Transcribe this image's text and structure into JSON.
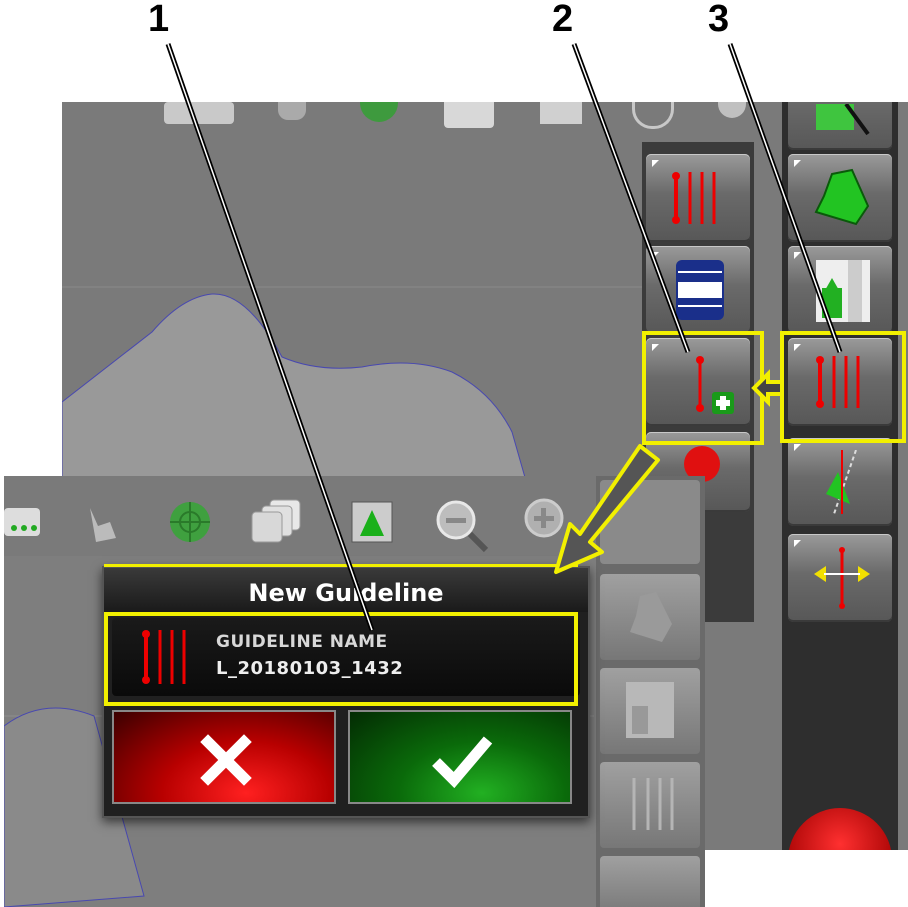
{
  "callouts": [
    "1",
    "2",
    "3"
  ],
  "dialog": {
    "title": "New Guideline",
    "name_label": "GUIDELINE NAME",
    "name_value": "L_20180103_1432"
  },
  "colors": {
    "highlight": "#f2f000",
    "cancel": "#cc0000",
    "ok": "#0a7a0a",
    "guide_red": "#e00000"
  },
  "icons": {
    "toolbar": [
      "implement-status-icon",
      "touch-hand-icon",
      "gps-icon",
      "layers-icon",
      "grid-view-icon",
      "zoom-out-icon",
      "zoom-in-icon"
    ],
    "back_sidebar_col1": [
      "guideline-list-icon",
      "guideline-scroll-icon",
      "new-guideline-icon",
      "alert-icon"
    ],
    "back_sidebar_col2": [
      "field-edit-icon",
      "boundary-icon",
      "headland-icon",
      "guidelines-icon",
      "steer-offset-icon",
      "nudge-icon"
    ],
    "dialog": [
      "guideline-icon",
      "cancel-icon",
      "confirm-icon"
    ]
  }
}
